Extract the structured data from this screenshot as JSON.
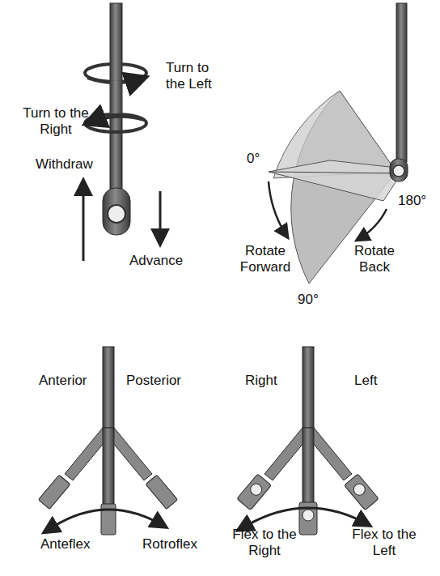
{
  "diagram": {
    "labels": [
      "Turn to the Left",
      "Turn to the Right",
      "Withdraw",
      "Advance",
      "0°",
      "180°",
      "Rotate Forward",
      "Rotate Back",
      "90°",
      "Anterior",
      "Posterior",
      "Anteflex",
      "Rotroflex",
      "Right",
      "Left",
      "Flex to the Right",
      "Flex to the Left"
    ]
  }
}
